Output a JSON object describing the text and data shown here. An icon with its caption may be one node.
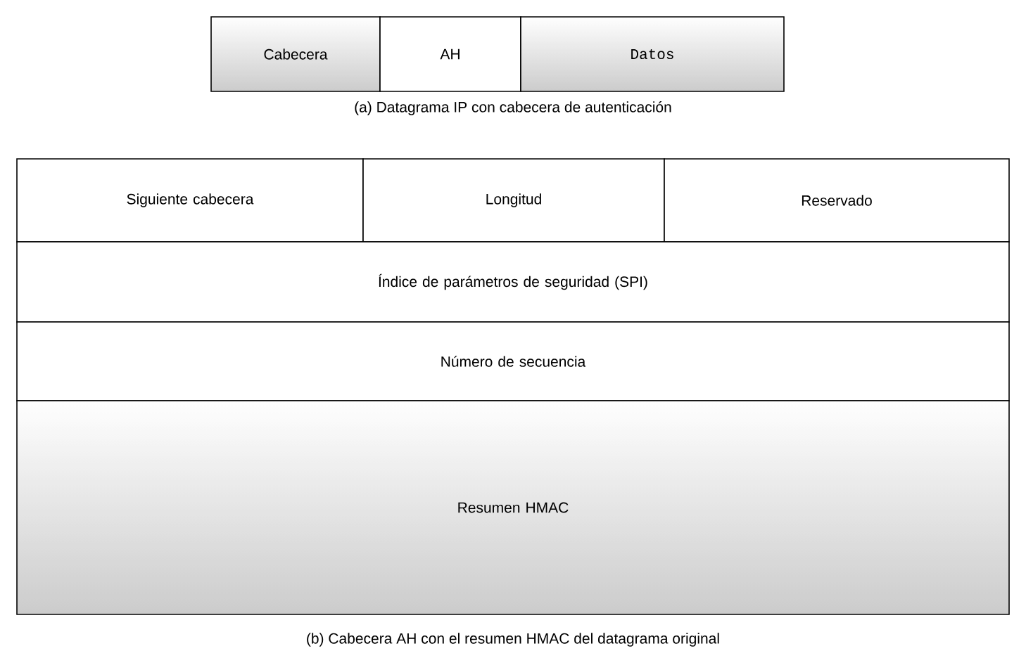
{
  "diagram": {
    "nodes": [
      {
        "text": [
          "Cabecera"
        ]
      },
      {
        "text": [
          "AH"
        ]
      },
      {
        "text": [
          "Datos"
        ]
      },
      {
        "text": [
          "Siguiente cabecera"
        ]
      },
      {
        "text": [
          "Longitud"
        ]
      },
      {
        "text": [
          "Reservado"
        ]
      },
      {
        "text": [
          "Índice de parámetros de seguridad (SPI)"
        ]
      },
      {
        "text": [
          "Número de secuencia"
        ]
      },
      {
        "text": [
          "Resumen HMAC"
        ]
      }
    ],
    "labels": [
      "(a) Datagrama IP con cabecera de autenticación",
      "(b) Cabecera AH con el resumen HMAC del datagrama original"
    ]
  }
}
